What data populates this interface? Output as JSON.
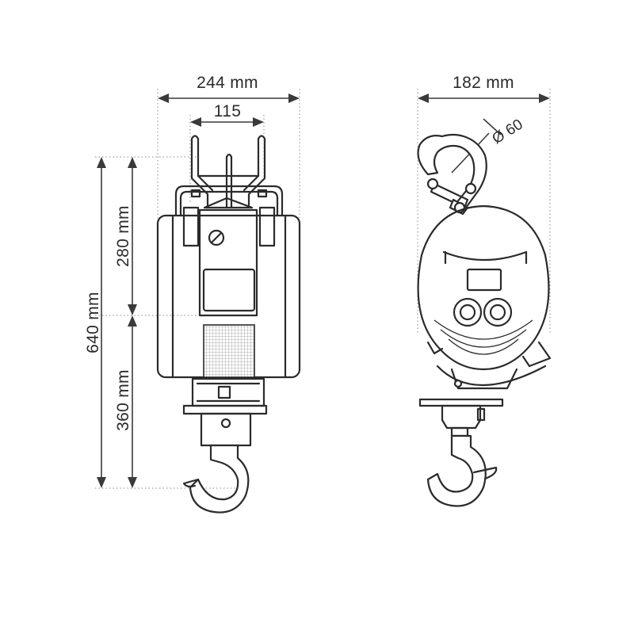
{
  "dimensions": {
    "front_width": "244 mm",
    "inner_width": "115",
    "total_height": "640 mm",
    "upper_height": "280 mm",
    "lower_height": "360 mm",
    "side_width": "182 mm",
    "hook_diameter": "Ø 60"
  },
  "colors": {
    "line": "#2b2b2b",
    "dimension": "#3a3a3a",
    "guide": "#8a8a8a"
  }
}
